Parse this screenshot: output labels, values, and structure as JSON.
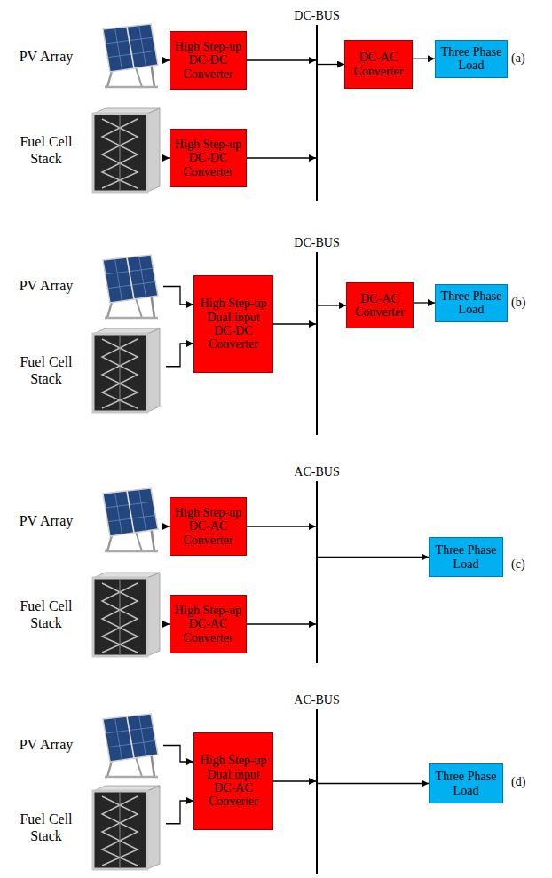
{
  "diagram": {
    "nodes": [
      {
        "text": [
          "DC-BUS"
        ]
      },
      {
        "text": [
          "PV Array"
        ]
      },
      {
        "text": [
          "High Step-up DC-DC Converter"
        ]
      },
      {
        "text": [
          "DC-AC Converter"
        ]
      },
      {
        "text": [
          "Three Phase Load"
        ]
      },
      {
        "text": [
          "Fuel Cell Stack"
        ]
      },
      {
        "text": [
          "High Step-up DC-DC Converter"
        ]
      },
      {
        "text": [
          "DC-BUS"
        ]
      },
      {
        "text": [
          "PV Array"
        ]
      },
      {
        "text": [
          "High Step-up Dual input DC-DC Converter"
        ]
      },
      {
        "text": [
          "DC-AC Converter"
        ]
      },
      {
        "text": [
          "Three Phase Load"
        ]
      },
      {
        "text": [
          "Fuel Cell Stack"
        ]
      },
      {
        "text": [
          "AC-BUS"
        ]
      },
      {
        "text": [
          "PV Array"
        ]
      },
      {
        "text": [
          "High Step-up DC-AC Converter"
        ]
      },
      {
        "text": [
          "Three Phase Load"
        ]
      },
      {
        "text": [
          "Fuel Cell Stack"
        ]
      },
      {
        "text": [
          "High Step-up DC-AC Converter"
        ]
      },
      {
        "text": [
          "AC-BUS"
        ]
      },
      {
        "text": [
          "PV Array"
        ]
      },
      {
        "text": [
          "High Step-up Dual input DC-AC Converter"
        ]
      },
      {
        "text": [
          "Three Phase Load"
        ]
      },
      {
        "text": [
          "Fuel Cell Stack"
        ]
      }
    ],
    "edges": [
      {
        "from": 1,
        "to": 2,
        "arrow": "to"
      },
      {
        "from": 5,
        "to": 6,
        "arrow": "to"
      },
      {
        "from": 2,
        "to": 0,
        "arrow": "to"
      },
      {
        "from": 6,
        "to": 0,
        "arrow": "to"
      },
      {
        "from": 0,
        "to": 3,
        "arrow": "to"
      },
      {
        "from": 3,
        "to": 4,
        "arrow": "to"
      },
      {
        "from": 8,
        "to": 9,
        "arrow": "to"
      },
      {
        "from": 12,
        "to": 9,
        "arrow": "to"
      },
      {
        "from": 9,
        "to": 7,
        "arrow": "to"
      },
      {
        "from": 7,
        "to": 10,
        "arrow": "to"
      },
      {
        "from": 10,
        "to": 11,
        "arrow": "to"
      },
      {
        "from": 14,
        "to": 15,
        "arrow": "to"
      },
      {
        "from": 17,
        "to": 18,
        "arrow": "to"
      },
      {
        "from": 15,
        "to": 13,
        "arrow": "to"
      },
      {
        "from": 18,
        "to": 13,
        "arrow": "to"
      },
      {
        "from": 13,
        "to": 16,
        "arrow": "to"
      },
      {
        "from": 20,
        "to": 21,
        "arrow": "to"
      },
      {
        "from": 23,
        "to": 21,
        "arrow": "to"
      },
      {
        "from": 21,
        "to": 19,
        "arrow": "to"
      },
      {
        "from": 19,
        "to": 22,
        "arrow": "to"
      }
    ],
    "labels": [
      "(a)",
      "(b)",
      "(c)",
      "(d)"
    ]
  }
}
